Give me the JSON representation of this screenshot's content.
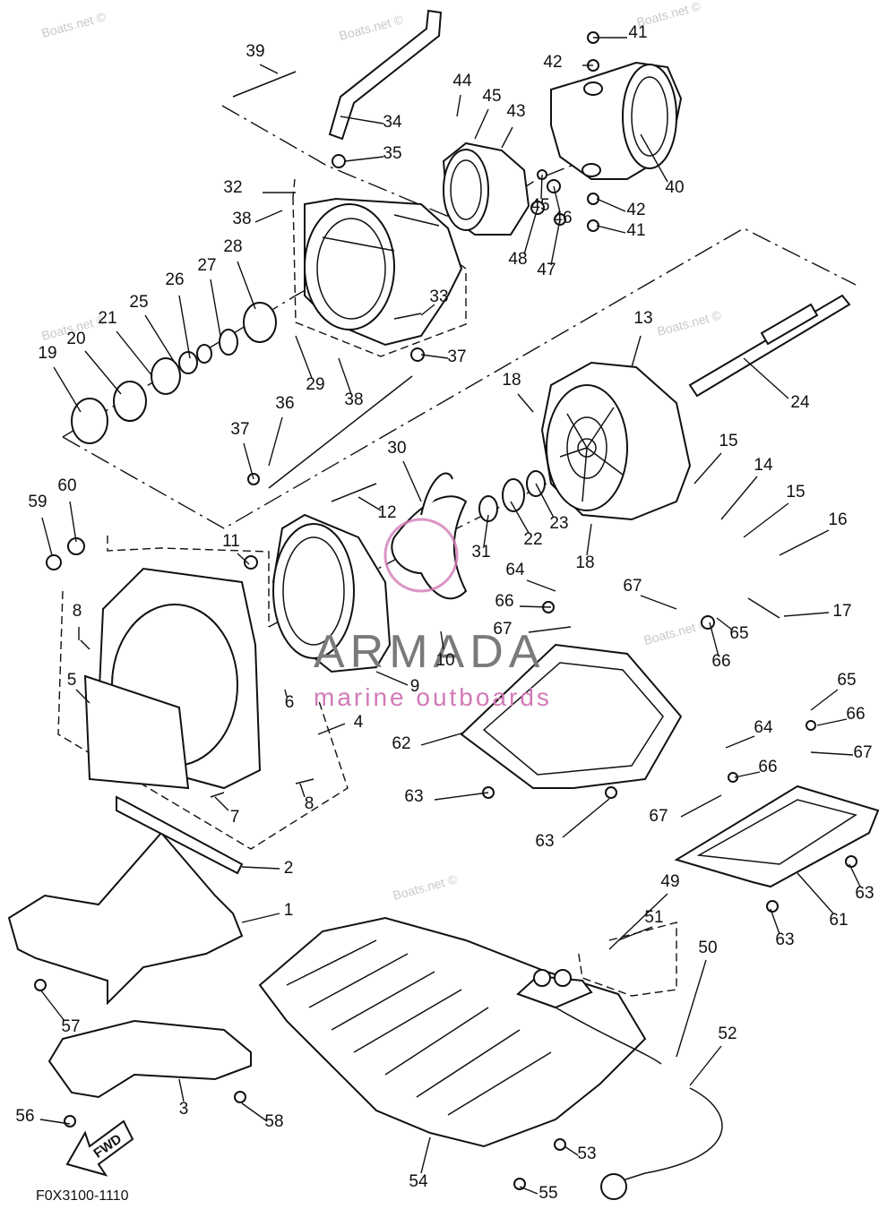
{
  "diagram": {
    "figure_code": "F0X3100-1110",
    "watermarks": [
      "Boats.net ©",
      "Boats.net ©",
      "Boats.net ©",
      "Boats.net ©",
      "Boats.net ©",
      "Boats.net ©",
      "Boats.net ©"
    ],
    "brand": {
      "name": "ARMADA",
      "tagline": "marine outboards"
    },
    "fwd_label": "FWD",
    "callouts": [
      "1",
      "2",
      "3",
      "4",
      "5",
      "6",
      "7",
      "8",
      "8",
      "9",
      "10",
      "11",
      "12",
      "13",
      "14",
      "15",
      "15",
      "16",
      "17",
      "18",
      "18",
      "19",
      "20",
      "21",
      "22",
      "23",
      "24",
      "25",
      "26",
      "27",
      "28",
      "29",
      "30",
      "31",
      "32",
      "33",
      "34",
      "35",
      "36",
      "37",
      "37",
      "38",
      "38",
      "39",
      "40",
      "41",
      "41",
      "42",
      "42",
      "43",
      "44",
      "45",
      "45",
      "46",
      "47",
      "48",
      "49",
      "50",
      "51",
      "52",
      "53",
      "54",
      "55",
      "56",
      "57",
      "58",
      "59",
      "60",
      "61",
      "62",
      "63",
      "63",
      "63",
      "63",
      "64",
      "64",
      "65",
      "65",
      "66",
      "66",
      "66",
      "66",
      "67",
      "67",
      "67",
      "67"
    ]
  }
}
